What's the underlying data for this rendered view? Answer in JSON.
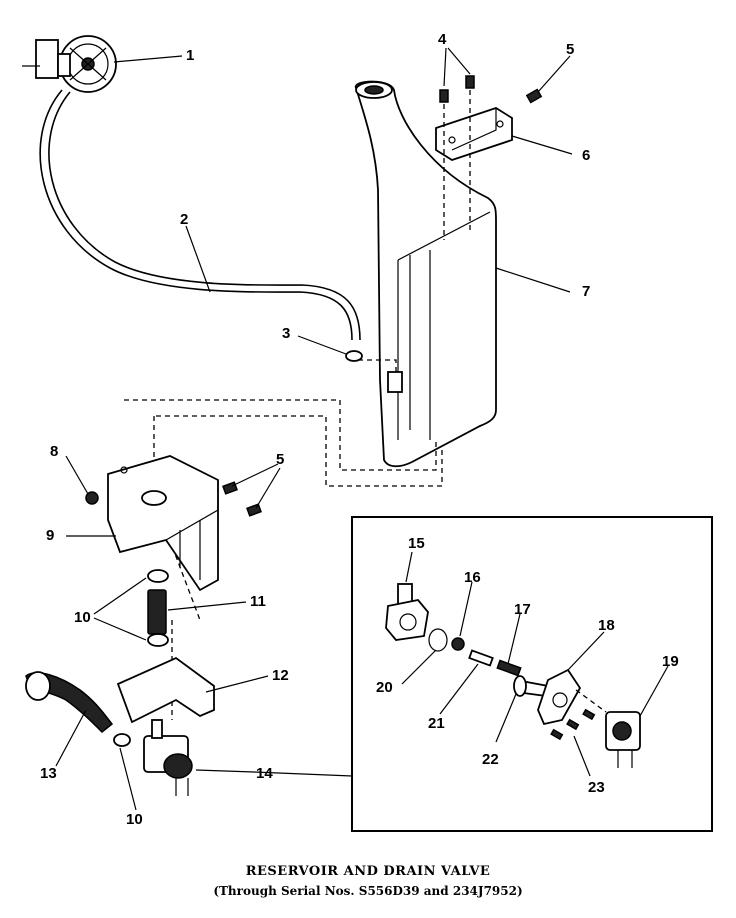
{
  "caption": {
    "title": "RESERVOIR AND DRAIN VALVE",
    "subtitle": "(Through Serial Nos. S556D39 and 234J7952)"
  },
  "callouts": [
    "1",
    "2",
    "3",
    "4",
    "5",
    "6",
    "7",
    "8",
    "9",
    "5",
    "10",
    "11",
    "12",
    "13",
    "10",
    "14",
    "15",
    "16",
    "17",
    "18",
    "19",
    "20",
    "21",
    "22",
    "23"
  ]
}
